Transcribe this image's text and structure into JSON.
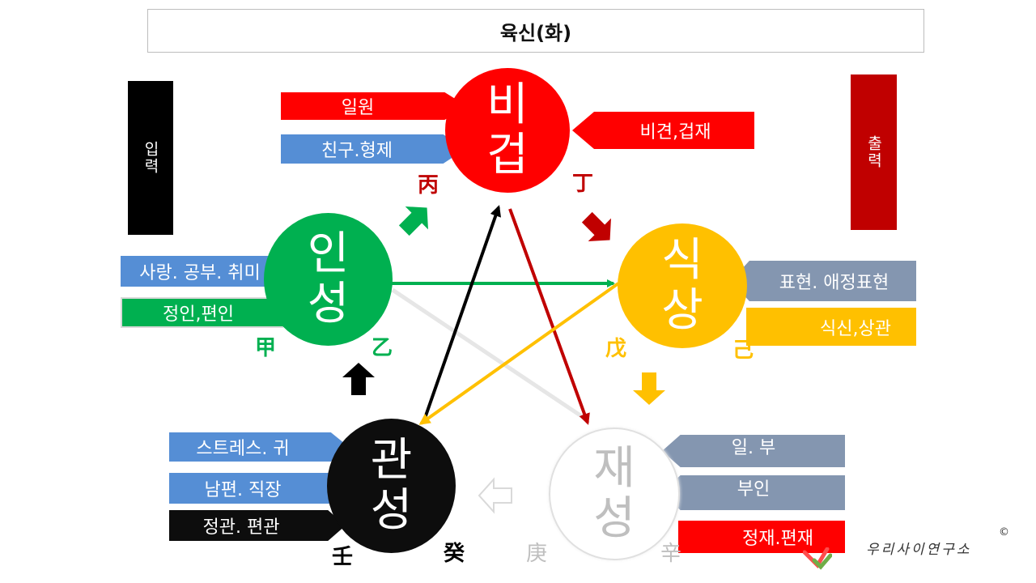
{
  "title": "육신(화)",
  "side": {
    "input": "입력",
    "output": "출력"
  },
  "circles": {
    "bigeop": {
      "line1": "비",
      "line2": "겁"
    },
    "inseong": {
      "line1": "인",
      "line2": "성"
    },
    "siksang": {
      "line1": "식",
      "line2": "상"
    },
    "gwanseong": {
      "line1": "관",
      "line2": "성"
    },
    "jaeseong": {
      "line1": "재",
      "line2": "성"
    }
  },
  "labels": {
    "ilwon": "일원",
    "chingu": "친구.형제",
    "bigyeon": "비견,겁재",
    "sarang": "사랑. 공부. 취미",
    "jeongin": "정인,편인",
    "pyohyeon": "표현. 애정표현",
    "siksin": "식신,상관",
    "stress": "스트레스. 귀",
    "nampyeon": "남편. 직장",
    "jeonggwan": "정관. 편관",
    "il_bu": "일. 부",
    "buin": "부인",
    "jeongjae": "정재.편재"
  },
  "stems": {
    "byeong": "丙",
    "jeong": "丁",
    "gap": "甲",
    "eul": "乙",
    "mu": "戊",
    "gi": "己",
    "im": "壬",
    "gye": "癸",
    "gyeong": "庚",
    "sin": "辛"
  },
  "logo_text": "우리사이연구소",
  "copyright": "©",
  "colors": {
    "red": "#ff0000",
    "green": "#00b050",
    "gold": "#ffc000",
    "black": "#0d0d0d",
    "blue": "#558ed5",
    "slate": "#8496b0",
    "dark_red": "#c00000"
  }
}
